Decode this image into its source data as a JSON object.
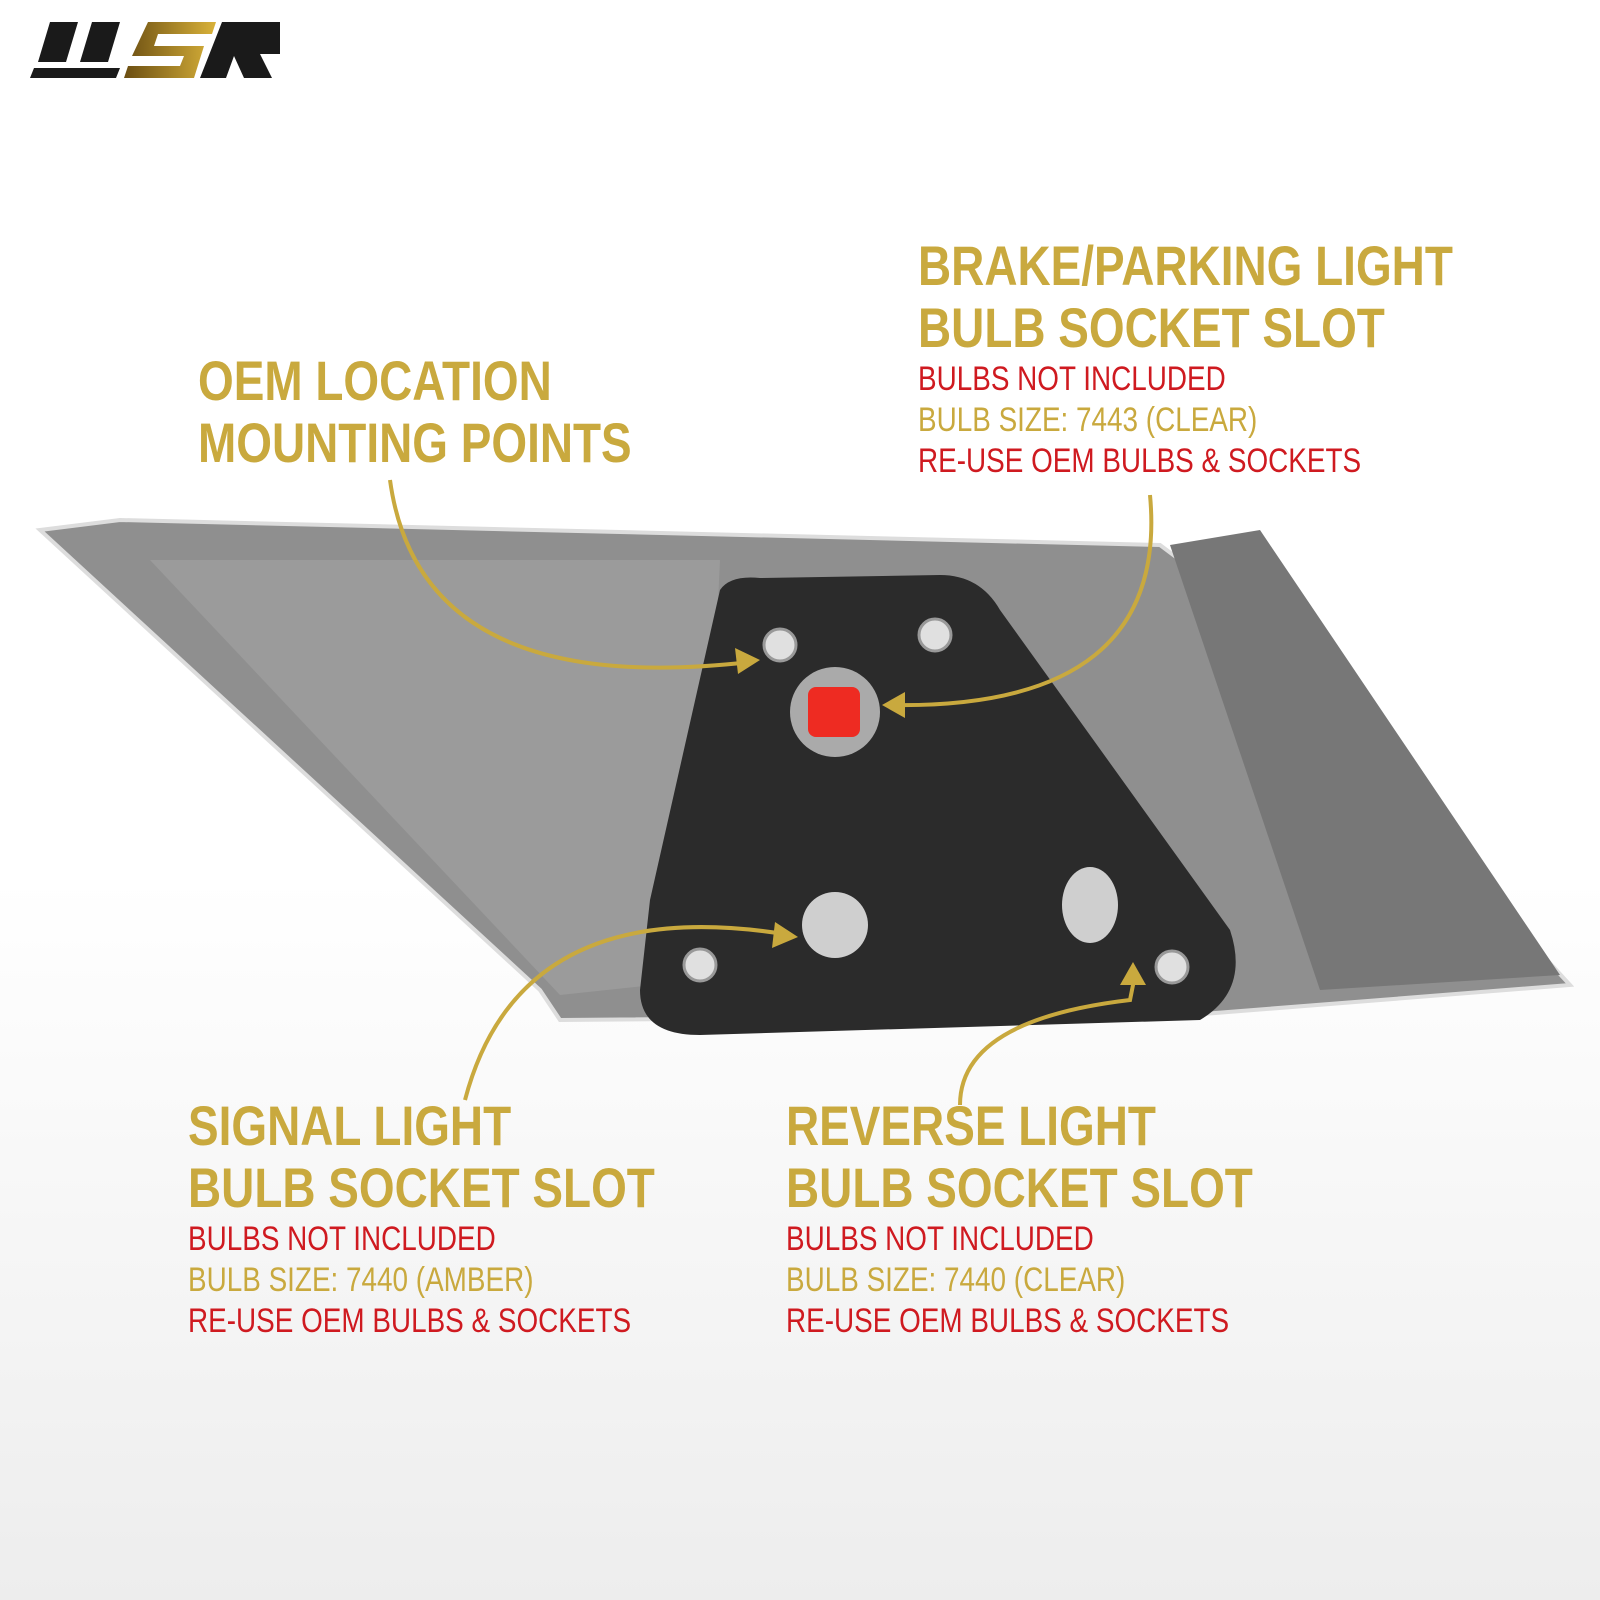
{
  "brand": {
    "logo_text": "USR"
  },
  "colors": {
    "gold": "#c9a93e",
    "red": "#cf1a20",
    "gasket": "#2b2b2b",
    "housing": "#8f8f8f"
  },
  "callouts": {
    "oem": {
      "title": [
        "OEM LOCATION",
        "MOUNTING POINTS"
      ]
    },
    "brake": {
      "title": [
        "BRAKE/PARKING LIGHT",
        "BULB SOCKET SLOT"
      ],
      "note1": "BULBS NOT INCLUDED",
      "size": "BULB SIZE: 7443 (CLEAR)",
      "note2": "RE-USE OEM BULBS & SOCKETS"
    },
    "signal": {
      "title": [
        "SIGNAL LIGHT",
        "BULB SOCKET SLOT"
      ],
      "note1": "BULBS NOT INCLUDED",
      "size": "BULB SIZE: 7440 (AMBER)",
      "note2": "RE-USE OEM BULBS & SOCKETS"
    },
    "reverse": {
      "title": [
        "REVERSE LIGHT",
        "BULB SOCKET SLOT"
      ],
      "note1": "BULBS NOT INCLUDED",
      "size": "BULB SIZE: 7440 (CLEAR)",
      "note2": "RE-USE OEM BULBS & SOCKETS"
    }
  }
}
